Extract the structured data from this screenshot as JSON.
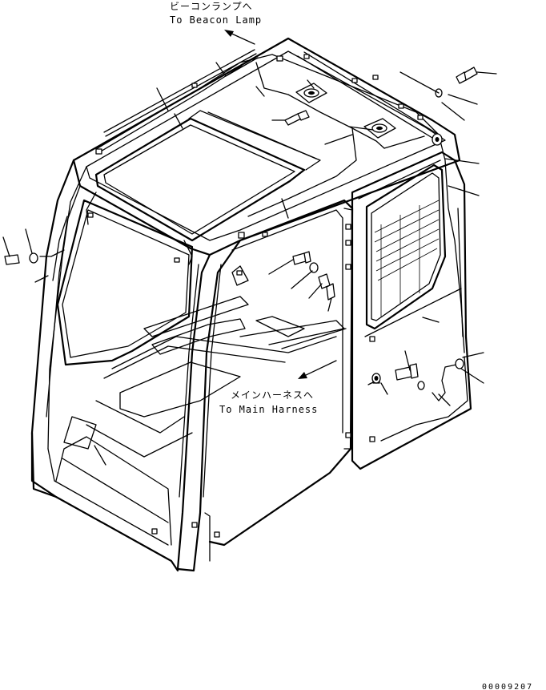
{
  "labels": {
    "beacon_ja": "ビーコンランプへ",
    "beacon_en": "To Beacon Lamp",
    "main_ja": "メインハーネスへ",
    "main_en": "To Main Harness"
  },
  "drawing_code": "00009207"
}
